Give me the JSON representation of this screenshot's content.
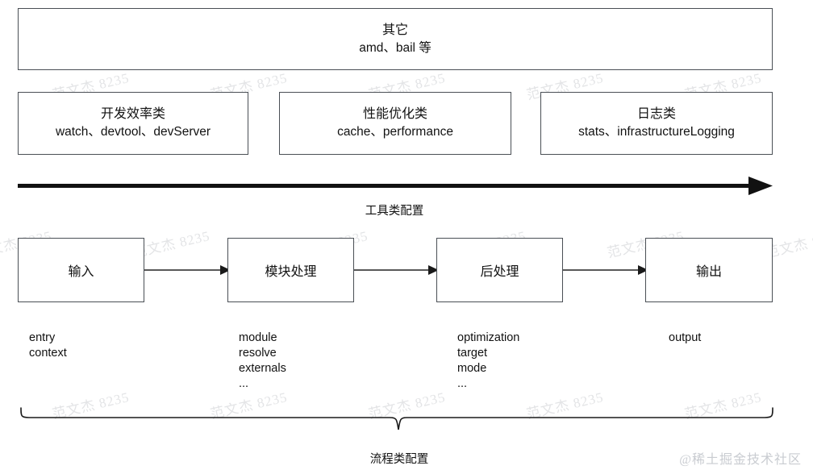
{
  "diagram": {
    "title_box": {
      "heading": "其它",
      "items": "amd、bail 等"
    },
    "category_boxes": [
      {
        "heading": "开发效率类",
        "items": "watch、devtool、devServer"
      },
      {
        "heading": "性能优化类",
        "items": "cache、performance"
      },
      {
        "heading": "日志类",
        "items": "stats、infrastructureLogging"
      }
    ],
    "tool_arrow": {
      "caption": "工具类配置",
      "direction": "left-to-right"
    },
    "process_boxes": [
      {
        "label": "输入"
      },
      {
        "label": "模块处理"
      },
      {
        "label": "后处理"
      },
      {
        "label": "输出"
      }
    ],
    "process_options": [
      {
        "lines": [
          "entry",
          "context"
        ]
      },
      {
        "lines": [
          "module",
          "resolve",
          "externals",
          "..."
        ]
      },
      {
        "lines": [
          "optimization",
          "target",
          "mode",
          "..."
        ]
      },
      {
        "lines": [
          "output"
        ]
      }
    ],
    "brace": {
      "caption": "流程类配置"
    },
    "watermarks": {
      "tile_text": "范文杰 8235",
      "credit": "@稀土掘金技术社区"
    },
    "colors": {
      "stroke": "#4a4f55",
      "arrow": "#111111",
      "text": "#121212",
      "watermark": "#e3e4e6",
      "credit": "#c9ccd1",
      "background": "#ffffff"
    }
  }
}
